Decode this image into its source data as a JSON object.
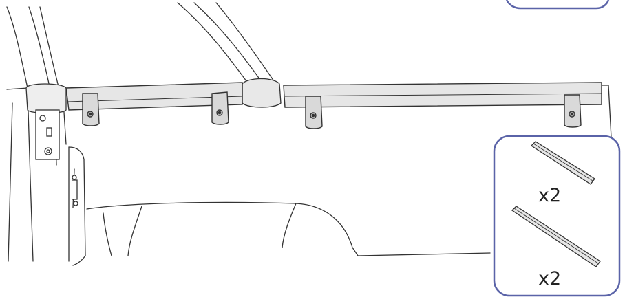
{
  "parts_callout": {
    "items": [
      {
        "icon": "short-rail-icon",
        "quantity": "x2"
      },
      {
        "icon": "long-rail-icon",
        "quantity": "x2"
      }
    ],
    "border_color": "#5a63a8"
  },
  "illustration": {
    "subject": "vehicle-interior-roof-rails",
    "rail_fill": "#e6e6e6",
    "line_color": "#222222"
  }
}
